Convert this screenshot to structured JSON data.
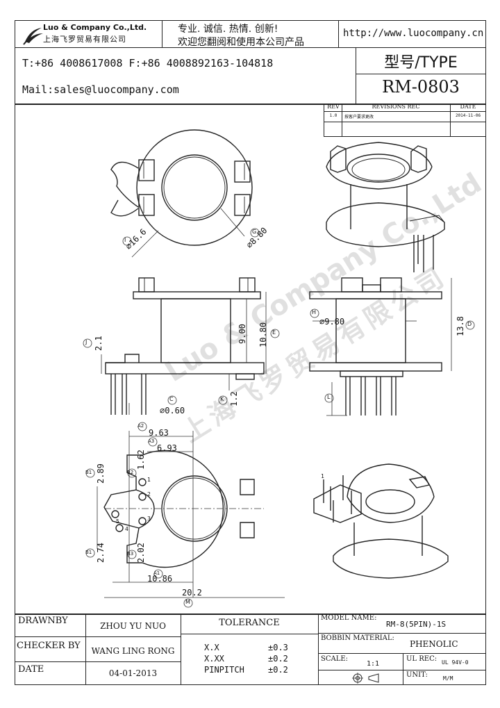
{
  "header": {
    "company_en": "Luo & Company Co.,Ltd.",
    "company_cn": "上海飞罗贸易有限公司",
    "slogan_line1": "专业. 诚信. 热情. 创新!",
    "slogan_line2": "欢迎您翻阅和使用本公司产品",
    "website": "http://www.luocompany.cn",
    "phone_fax": "T:+86 4008617008 F:+86 4008892163-104818",
    "mail": "Mail:sales@luocompany.com",
    "type_label": "型号/TYPE",
    "type_value": "RM-0803"
  },
  "revisions": {
    "headers": [
      "REV",
      "REVISIONS REC",
      "DATE"
    ],
    "rows": [
      [
        "1.0",
        "按客户要求更改",
        "2014-11-06"
      ]
    ]
  },
  "dimensions": {
    "top_I": "⌀16.6",
    "top_G": "⌀8.80",
    "front_9": "9.00",
    "front_E": "10.80",
    "front_J": "2.1",
    "front_C": "⌀0.60",
    "front_K": "1.2",
    "side_H": "⌀9.80",
    "side_D": "13.8",
    "bot_A2": "9.63",
    "bot_A3": "6.93",
    "bot_162": "1.62",
    "bot_B1": "2.89",
    "bot_B1b": "2.74",
    "bot_B3": "2.02",
    "bot_A1": "10.86",
    "bot_M": "20.2"
  },
  "circled": {
    "I": "I",
    "G": "G",
    "J": "J",
    "C": "C",
    "K": "K",
    "E": "E",
    "H": "H",
    "D": "D",
    "L": "L",
    "A1": "A1",
    "A2": "A2",
    "A3": "A3",
    "B1": "B1",
    "B1b": "B1",
    "B2": "B2",
    "B3": "B3",
    "M": "M"
  },
  "pins": [
    "1",
    "2",
    "3",
    "4",
    "5"
  ],
  "iso_pin": "1",
  "title_block": {
    "drawn_label": "DRAWNBY",
    "drawn_value": "ZHOU YU NUO",
    "checker_label": "CHECKER BY",
    "checker_value": "WANG LING RONG",
    "date_label": "DATE",
    "date_value": "04-01-2013",
    "tolerance_label": "TOLERANCE",
    "tol_rows": [
      [
        "X.X",
        "±0.3"
      ],
      [
        "X.XX",
        "±0.2"
      ],
      [
        "PINPITCH",
        "±0.2"
      ]
    ],
    "model_label": "MODEL NAME:",
    "model_value": "RM-8(5PIN)-1S",
    "bobbin_label": "BOBBIN MATERIAL:",
    "bobbin_value": "PHENOLIC",
    "scale_label": "SCALE:",
    "scale_value": "1:1",
    "ul_label": "UL REC:",
    "ul_value": "UL 94V-0",
    "unit_label": "UNIT:",
    "unit_value": "M/M"
  },
  "watermark": {
    "en": "Luo & Company Co.,Ltd",
    "cn": "上海飞罗贸易有限公司"
  },
  "colors": {
    "line": "#222222",
    "watermark": "#c8c8c8"
  }
}
